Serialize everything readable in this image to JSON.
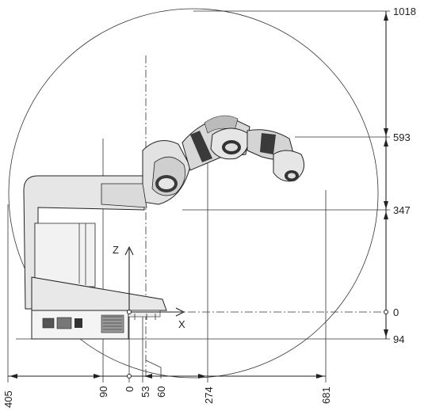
{
  "dimensions": {
    "right": [
      {
        "label": "1018"
      },
      {
        "label": "593"
      },
      {
        "label": "347"
      },
      {
        "label": "0"
      },
      {
        "label": "94"
      }
    ],
    "bottom": [
      {
        "label": "405"
      },
      {
        "label": "90"
      },
      {
        "label": "0"
      },
      {
        "label": "53"
      },
      {
        "label": "60"
      },
      {
        "label": "274"
      },
      {
        "label": "681"
      }
    ]
  },
  "axes": {
    "z_label": "Z",
    "x_label": "X"
  },
  "colors": {
    "line": "#222222",
    "robot_light": "#e6e6e6",
    "robot_mid": "#b8b8b8",
    "robot_dark": "#3a3a3a"
  }
}
